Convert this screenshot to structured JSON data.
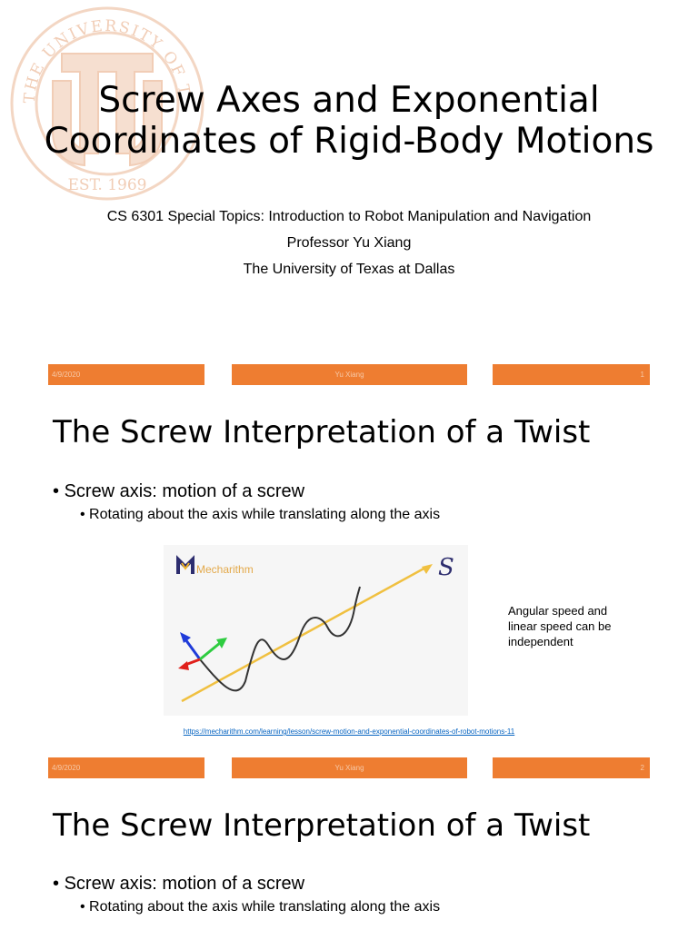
{
  "slide1": {
    "title_line1": "Screw Axes and Exponential",
    "title_line2": "Coordinates of Rigid-Body Motions",
    "course": "CS 6301 Special Topics: Introduction to Robot Manipulation and Navigation",
    "professor": "Professor Yu Xiang",
    "university": "The University of Texas at Dallas",
    "seal_text_top": "THE UNIVERSITY OF TEXAS AT DALLAS",
    "seal_text_bottom": "EST. 1969"
  },
  "footer1": {
    "date": "4/9/2020",
    "author": "Yu Xiang",
    "page": "1"
  },
  "slide2": {
    "title": "The Screw Interpretation of a Twist",
    "bullet": "Screw axis: motion of a screw",
    "subbullet": "Rotating about the axis while translating along the axis",
    "figure_logo": "Mecharithm",
    "figure_axis_label": "S",
    "note": "Angular speed and linear speed can be independent",
    "link": "https://mecharithm.com/learning/lesson/screw-motion-and-exponential-coordinates-of-robot-motions-11"
  },
  "footer2": {
    "date": "4/9/2020",
    "author": "Yu Xiang",
    "page": "2"
  },
  "slide3": {
    "title": "The Screw Interpretation of a Twist",
    "bullet": "Screw axis: motion of a screw",
    "subbullet": "Rotating about the axis while translating along the axis"
  },
  "colors": {
    "accent": "#ee7d31",
    "seal": "#e8a37a",
    "link": "#0563c1",
    "axis_line": "#f0c040"
  }
}
